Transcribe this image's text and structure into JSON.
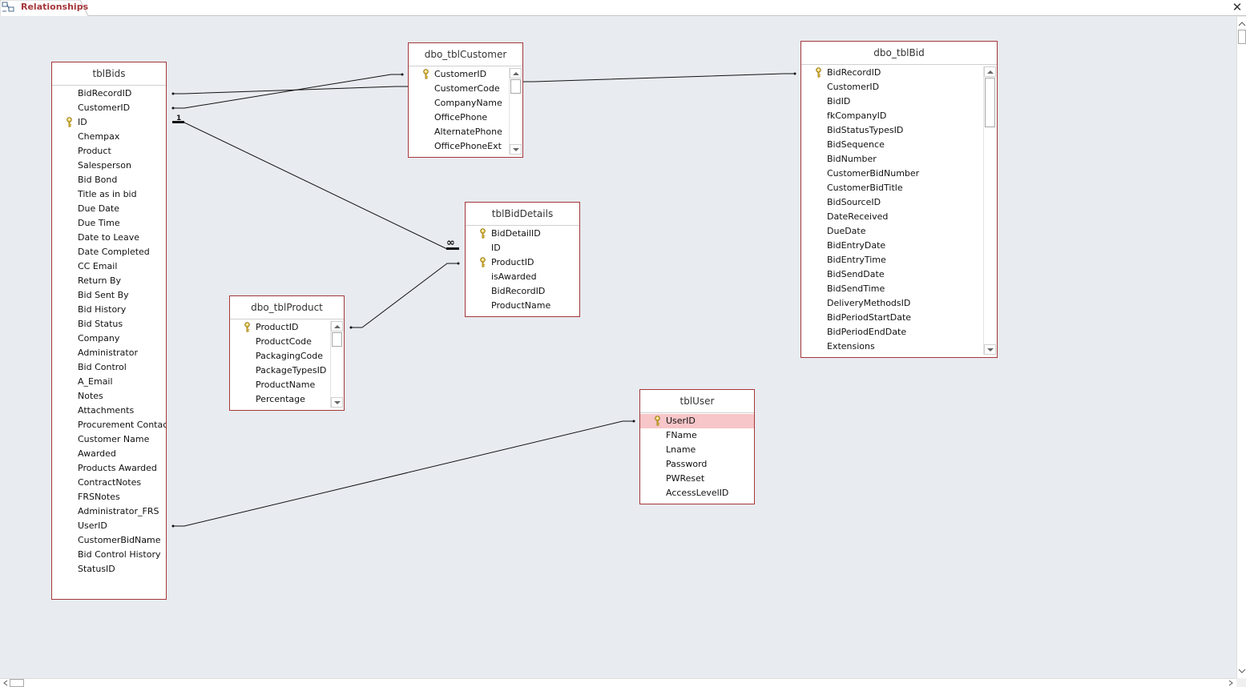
{
  "tab": {
    "label": "Relationships",
    "icon": "relationships-icon"
  },
  "colors": {
    "accent": "#a4373a",
    "canvas": "#e8ebf0",
    "selected_row": "#f7c6c8"
  },
  "tables": {
    "tblBids": {
      "title": "tblBids",
      "fields": [
        "BidRecordID",
        "CustomerID",
        "ID",
        "Chempax",
        "Product",
        "Salesperson",
        "Bid Bond",
        "Title as in bid",
        "Due Date",
        "Due Time",
        "Date to Leave",
        "Date Completed",
        "CC Email",
        "Return By",
        "Bid Sent By",
        "Bid History",
        "Bid Status",
        "Company",
        "Administrator",
        "Bid Control",
        "A_Email",
        "Notes",
        "Attachments",
        "Procurement Contact",
        "Customer Name",
        "Awarded",
        "Products Awarded",
        "ContractNotes",
        "FRSNotes",
        "Administrator_FRS",
        "UserID",
        "CustomerBidName",
        "Bid Control History",
        "StatusID"
      ],
      "primary_keys": [
        "ID"
      ]
    },
    "dbo_tblCustomer": {
      "title": "dbo_tblCustomer",
      "fields": [
        "CustomerID",
        "CustomerCode",
        "CompanyName",
        "OfficePhone",
        "AlternatePhone",
        "OfficePhoneExt"
      ],
      "primary_keys": [
        "CustomerID"
      ]
    },
    "dbo_tblBid": {
      "title": "dbo_tblBid",
      "fields": [
        "BidRecordID",
        "CustomerID",
        "BidID",
        "fkCompanyID",
        "BidStatusTypesID",
        "BidSequence",
        "BidNumber",
        "CustomerBidNumber",
        "CustomerBidTitle",
        "BidSourceID",
        "DateReceived",
        "DueDate",
        "BidEntryDate",
        "BidEntryTime",
        "BidSendDate",
        "BidSendTime",
        "DeliveryMethodsID",
        "BidPeriodStartDate",
        "BidPeriodEndDate",
        "Extensions"
      ],
      "primary_keys": [
        "BidRecordID"
      ]
    },
    "tblBidDetails": {
      "title": "tblBidDetails",
      "fields": [
        "BidDetailID",
        "ID",
        "ProductID",
        "isAwarded",
        "BidRecordID",
        "ProductName"
      ],
      "primary_keys": [
        "BidDetailID",
        "ProductID"
      ]
    },
    "dbo_tblProduct": {
      "title": "dbo_tblProduct",
      "fields": [
        "ProductID",
        "ProductCode",
        "PackagingCode",
        "PackageTypesID",
        "ProductName",
        "Percentage"
      ],
      "primary_keys": [
        "ProductID"
      ]
    },
    "tblUser": {
      "title": "tblUser",
      "fields": [
        "UserID",
        "FName",
        "Lname",
        "Password",
        "PWReset",
        "AccessLevelID"
      ],
      "primary_keys": [
        "UserID"
      ],
      "selected": "UserID"
    }
  },
  "relationship_labels": {
    "one": "1",
    "many": "∞"
  }
}
